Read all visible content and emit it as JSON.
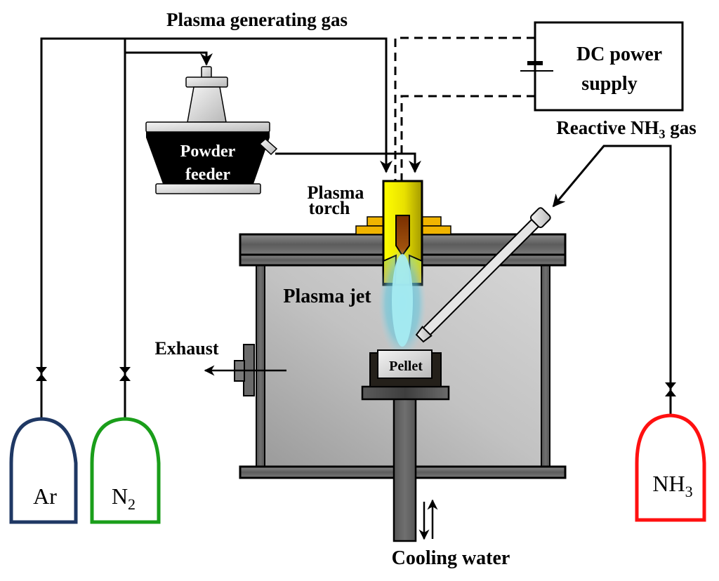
{
  "labels": {
    "plasma_generating_gas": "Plasma generating gas",
    "dc_power_line1": "DC  power",
    "dc_power_line2": "supply",
    "reactive_gas_prefix": "Reactive NH",
    "reactive_gas_sub": "3",
    "reactive_gas_suffix": " gas",
    "powder_feeder_line1": "Powder",
    "powder_feeder_line2": "feeder",
    "plasma_torch_line1": "Plasma",
    "plasma_torch_line2": "torch",
    "plasma_jet": "Plasma jet",
    "exhaust": "Exhaust",
    "pellet": "Pellet",
    "cooling_water": "Cooling water"
  },
  "cylinders": [
    {
      "name": "Ar",
      "symbol": "Ar",
      "subscript": "",
      "color": "#1f3864"
    },
    {
      "name": "N2",
      "symbol": "N",
      "subscript": "2",
      "color": "#1a9e1a"
    },
    {
      "name": "NH3",
      "symbol": "NH",
      "subscript": "3",
      "color": "#ff1010"
    }
  ],
  "colors": {
    "torch": "#f2e600",
    "torch_dark": "#b8a800",
    "flange": "#e8b000",
    "electrode": "#8a3a00",
    "plasma": "#9feef2",
    "chamber": "#c4c4c4",
    "steel": "#6e6e6e"
  }
}
